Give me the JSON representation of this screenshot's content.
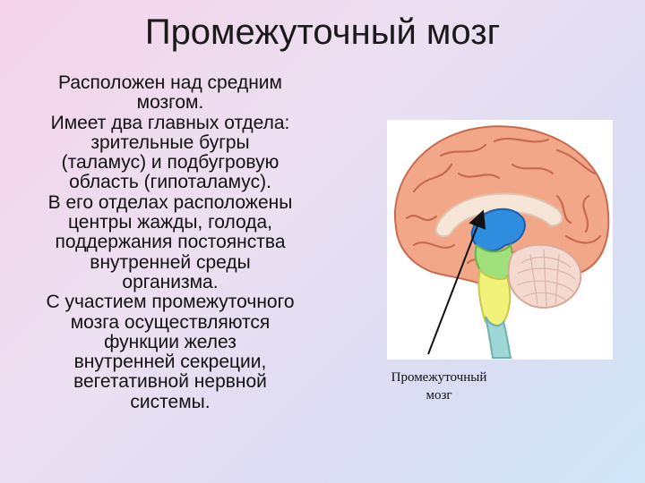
{
  "slide": {
    "title": "Промежуточный мозг",
    "body_lines": [
      "Расположен над средним",
      "мозгом.",
      "Имеет два главных отдела:",
      "зрительные бугры",
      "(таламус) и подбугровую",
      "область (гипоталамус).",
      "В его отделах расположены",
      "центры жажды, голода,",
      "поддержания постоянства",
      "внутренней среды",
      "организма.",
      "С участием промежуточного",
      "мозга осуществляются",
      "функции желез",
      "внутренней секреции,",
      "вегетативной нервной",
      "системы."
    ]
  },
  "figure": {
    "caption_line1": "Промежуточный",
    "caption_line2": "мозг",
    "colors": {
      "cortex": "#f2a888",
      "cortex_outline": "#c96a50",
      "diencephalon": "#2f8de0",
      "midbrain": "#9fe07a",
      "pons_medulla": "#f2f27a",
      "cerebellum": "#f4d9d0",
      "spinal_cord": "#9fd6d6",
      "corpus_callosum": "#f6e6d8"
    }
  }
}
